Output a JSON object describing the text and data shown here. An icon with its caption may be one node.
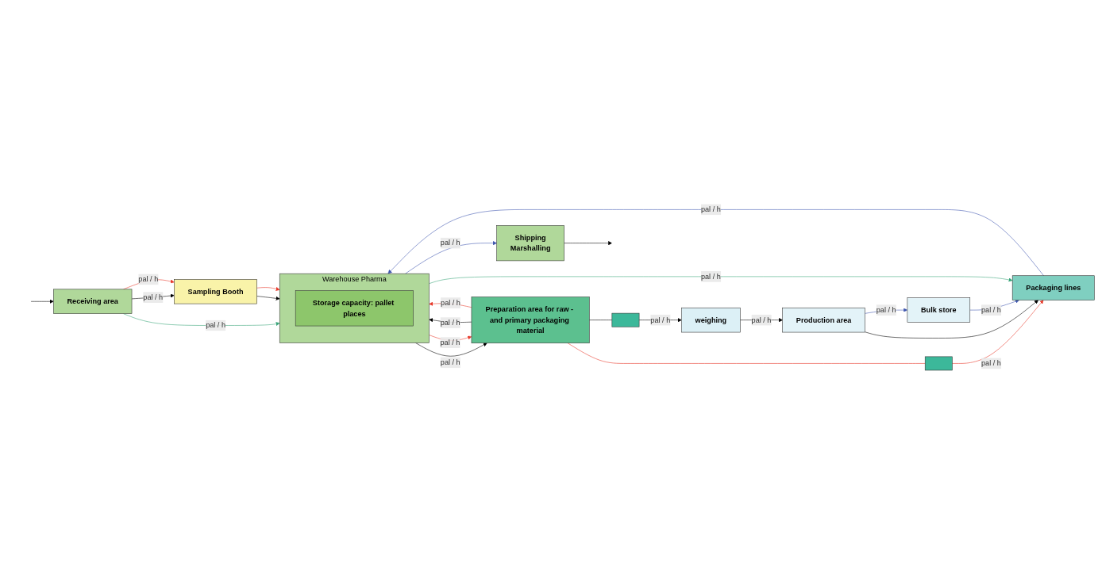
{
  "diagram": {
    "nodes": [
      {
        "text": [
          "Receiving area"
        ]
      },
      {
        "text": [
          "Shipping",
          "Marshalling"
        ]
      },
      {
        "text": [
          "Sampling Booth"
        ]
      },
      {
        "text": [
          "Warehouse Pharma"
        ]
      },
      {
        "text": [
          "Storage capacity: pallet places"
        ],
        "in": 3
      },
      {
        "text": [
          "Preparation area for raw - and primary packaging material"
        ]
      },
      {
        "text": [],
        "shape": "box"
      },
      {
        "text": [
          "weighing"
        ]
      },
      {
        "text": [
          "Production area"
        ]
      },
      {
        "text": [],
        "shape": "box"
      },
      {
        "text": [
          "Packaging lines"
        ]
      },
      {
        "text": [
          "Bulk store"
        ]
      }
    ],
    "edges": [
      {
        "from": null,
        "to": 0,
        "arrow": "to"
      },
      {
        "from": 0,
        "to": 3,
        "arrow": "to",
        "label": "pal / h",
        "color": "#3aa57a"
      },
      {
        "from": 0,
        "to": 2,
        "arrow": "to",
        "label": "pal / h"
      },
      {
        "from": 0,
        "to": 2,
        "arrow": "to",
        "label": "pal / h",
        "color": "#e8392a"
      },
      {
        "from": 2,
        "to": 3,
        "arrow": "to"
      },
      {
        "from": 2,
        "to": 3,
        "arrow": "to",
        "color": "#e8392a"
      },
      {
        "from": 3,
        "to": 5,
        "arrow": "to",
        "label": "pal / h"
      },
      {
        "from": 5,
        "to": 3,
        "arrow": "to",
        "label": "pal / h"
      },
      {
        "from": 3,
        "to": 5,
        "arrow": "to",
        "label": "pal / h",
        "color": "#e8392a"
      },
      {
        "from": 5,
        "to": 3,
        "arrow": "to",
        "label": "pal / h",
        "color": "#e8392a"
      },
      {
        "from": 5,
        "to": 6,
        "arrow": "none"
      },
      {
        "from": 6,
        "to": 7,
        "arrow": "to",
        "label": "pal / h"
      },
      {
        "from": 7,
        "to": 8,
        "arrow": "to",
        "label": "pal / h"
      },
      {
        "from": 5,
        "to": 9,
        "arrow": "none",
        "color": "#e8392a"
      },
      {
        "from": 9,
        "to": 10,
        "arrow": "to",
        "label": "pal / h",
        "color": "#e8392a"
      },
      {
        "from": 3,
        "to": 10,
        "arrow": "to",
        "label": "pal / h",
        "color": "#3aa57a"
      },
      {
        "from": 8,
        "to": 11,
        "arrow": "to",
        "label": "pal / h",
        "color": "#3f57b0"
      },
      {
        "from": 8,
        "to": 10,
        "arrow": "to"
      },
      {
        "from": 11,
        "to": 10,
        "arrow": "to",
        "label": "pal / h",
        "color": "#3f57b0"
      },
      {
        "from": 10,
        "to": 3,
        "arrow": "to",
        "label": "pal / h",
        "color": "#3f57b0"
      },
      {
        "from": 3,
        "to": 1,
        "arrow": "to",
        "label": "pal / h",
        "color": "#3f57b0"
      },
      {
        "from": 1,
        "to": null,
        "arrow": "to"
      }
    ]
  }
}
